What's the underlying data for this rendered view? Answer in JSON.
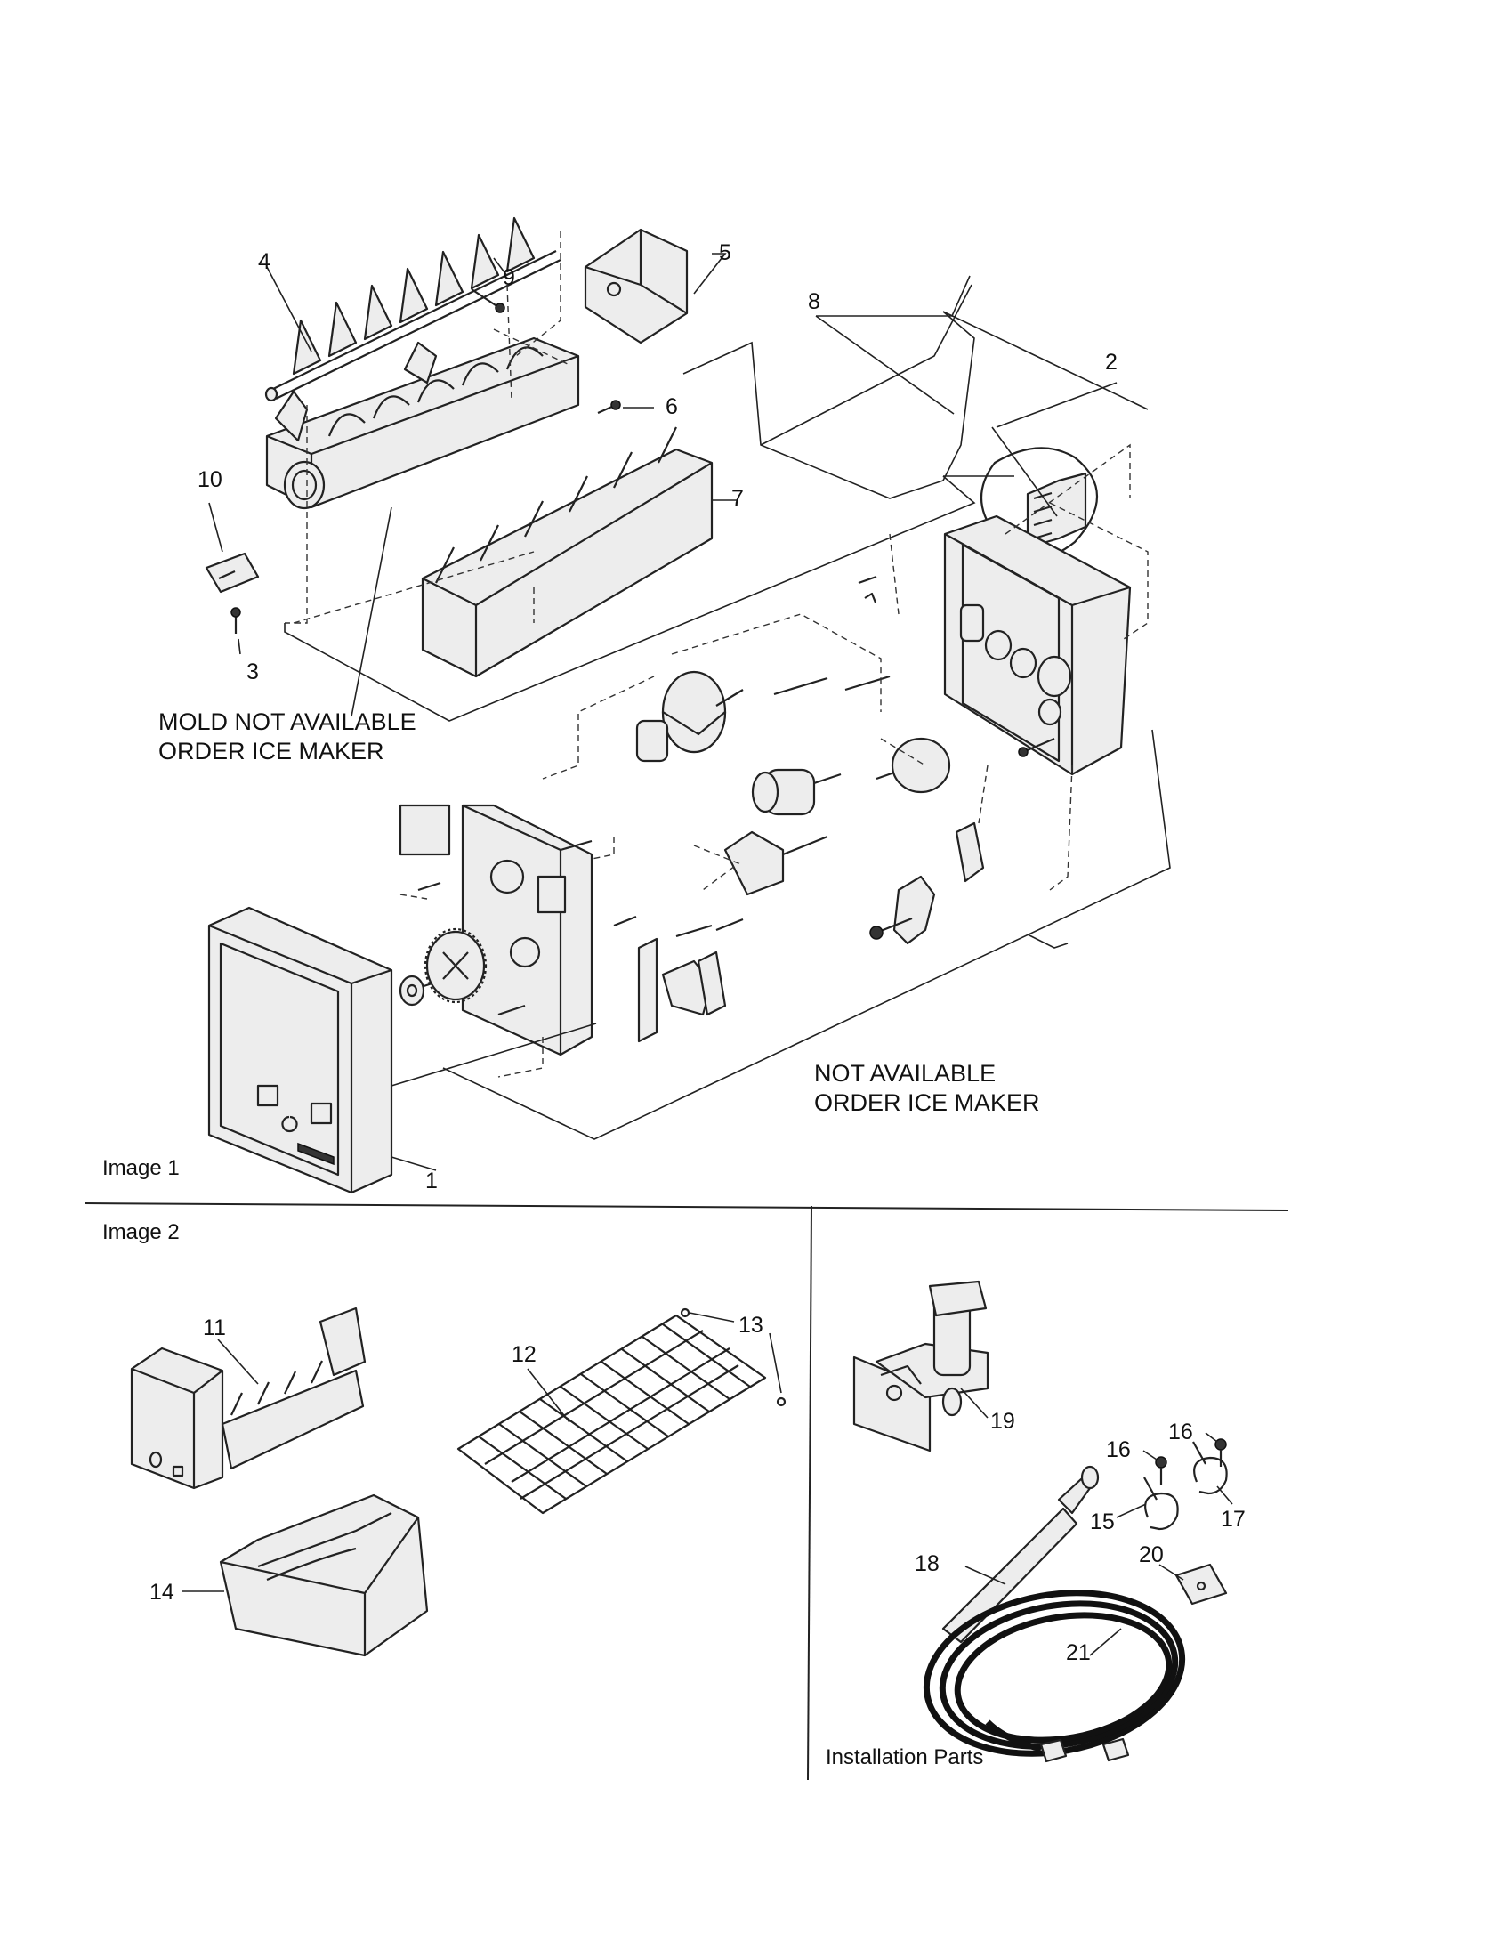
{
  "sections": {
    "image1": "Image 1",
    "image2": "Image 2",
    "installation": "Installation Parts"
  },
  "notes": {
    "mold_line1": "MOLD NOT AVAILABLE",
    "mold_line2": "ORDER ICE MAKER",
    "na_line1": "NOT AVAILABLE",
    "na_line2": "ORDER ICE MAKER"
  },
  "callouts": {
    "p1": "1",
    "p2": "2",
    "p3": "3",
    "p4": "4",
    "p5": "5",
    "p6": "6",
    "p7": "7",
    "p8": "8",
    "p9": "9",
    "p10": "10",
    "p11": "11",
    "p12": "12",
    "p13": "13",
    "p14": "14",
    "p15": "15",
    "p16a": "16",
    "p16b": "16",
    "p17": "17",
    "p18": "18",
    "p19": "19",
    "p20": "20",
    "p21": "21"
  }
}
